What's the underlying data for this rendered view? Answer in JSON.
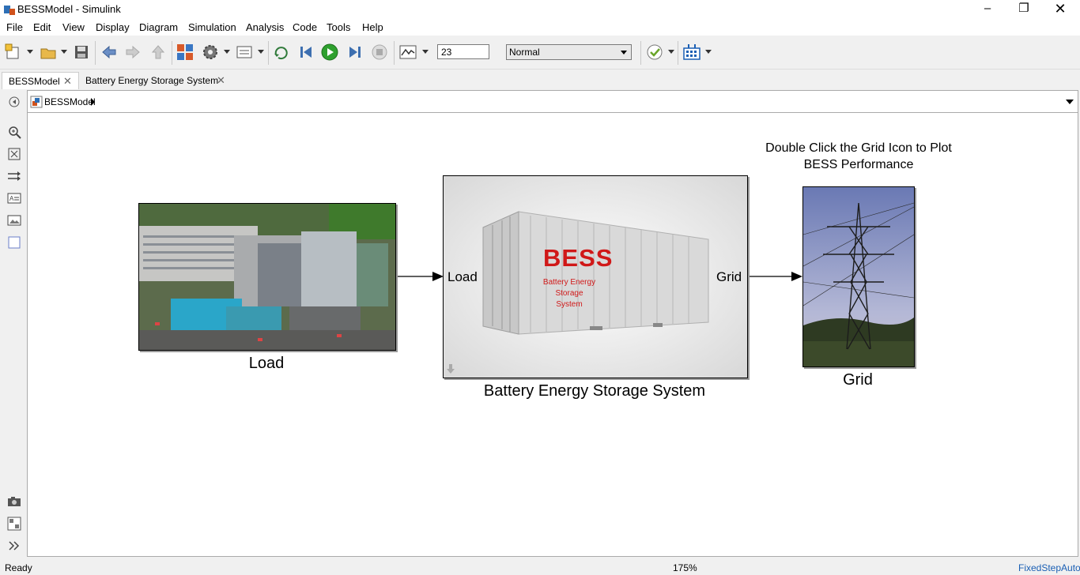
{
  "window": {
    "title": "BESSModel - Simulink"
  },
  "menu": [
    "File",
    "Edit",
    "View",
    "Display",
    "Diagram",
    "Simulation",
    "Analysis",
    "Code",
    "Tools",
    "Help"
  ],
  "toolbar": {
    "stop_time": "23",
    "sim_mode": "Normal"
  },
  "tabs": [
    {
      "label": "BESSModel",
      "active": true
    },
    {
      "label": "Battery Energy Storage System",
      "active": false
    }
  ],
  "breadcrumb": {
    "label": "BESSModel"
  },
  "canvas": {
    "annotation": "Double Click the Grid Icon to Plot BESS Performance",
    "blocks": {
      "load": {
        "label": "Load"
      },
      "bess": {
        "label": "Battery Energy Storage System",
        "in_port": "Load",
        "out_port": "Grid",
        "logo_text": "BESS",
        "logo_subtext_1": "Battery Energy",
        "logo_subtext_2": "Storage System"
      },
      "grid": {
        "label": "Grid"
      }
    }
  },
  "status": {
    "left": "Ready",
    "zoom": "175%",
    "solver": "FixedStepAuto"
  },
  "colors": {
    "run_green": "#2ea02e",
    "bess_red": "#d01818",
    "accent_blue": "#1a5fb4"
  }
}
